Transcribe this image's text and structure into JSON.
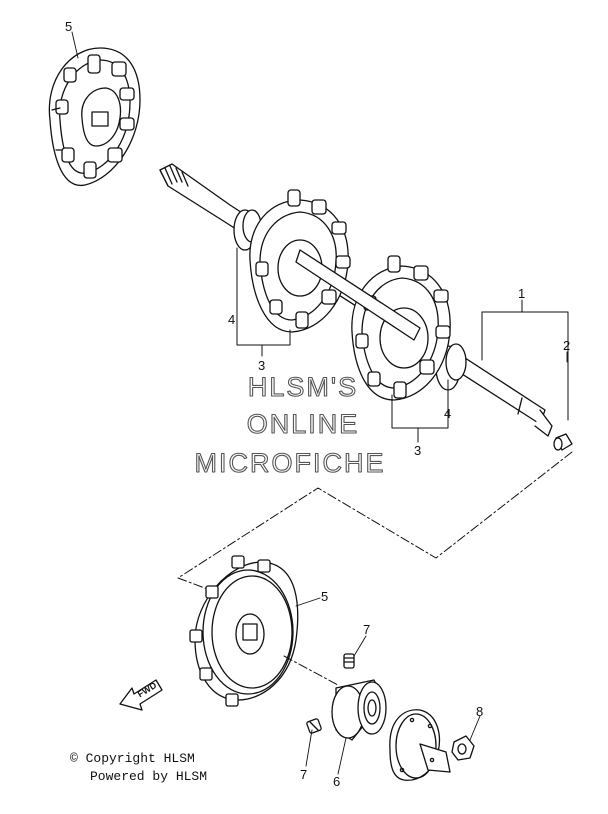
{
  "callouts": {
    "c1": "1",
    "c2": "2",
    "c3a": "3",
    "c3b": "3",
    "c4a": "4",
    "c4b": "4",
    "c5a": "5",
    "c5b": "5",
    "c6": "6",
    "c7a": "7",
    "c7b": "7",
    "c8": "8"
  },
  "watermark": {
    "line1": "HLSM'S",
    "line2": "ONLINE",
    "line3": "MICROFICHE"
  },
  "fwd_label": "FWD",
  "footer": {
    "copyright": "© Copyright HLSM",
    "powered": "Powered by HLSM"
  },
  "colors": {
    "line": "#111111",
    "watermark": "#555555",
    "background": "#ffffff"
  }
}
